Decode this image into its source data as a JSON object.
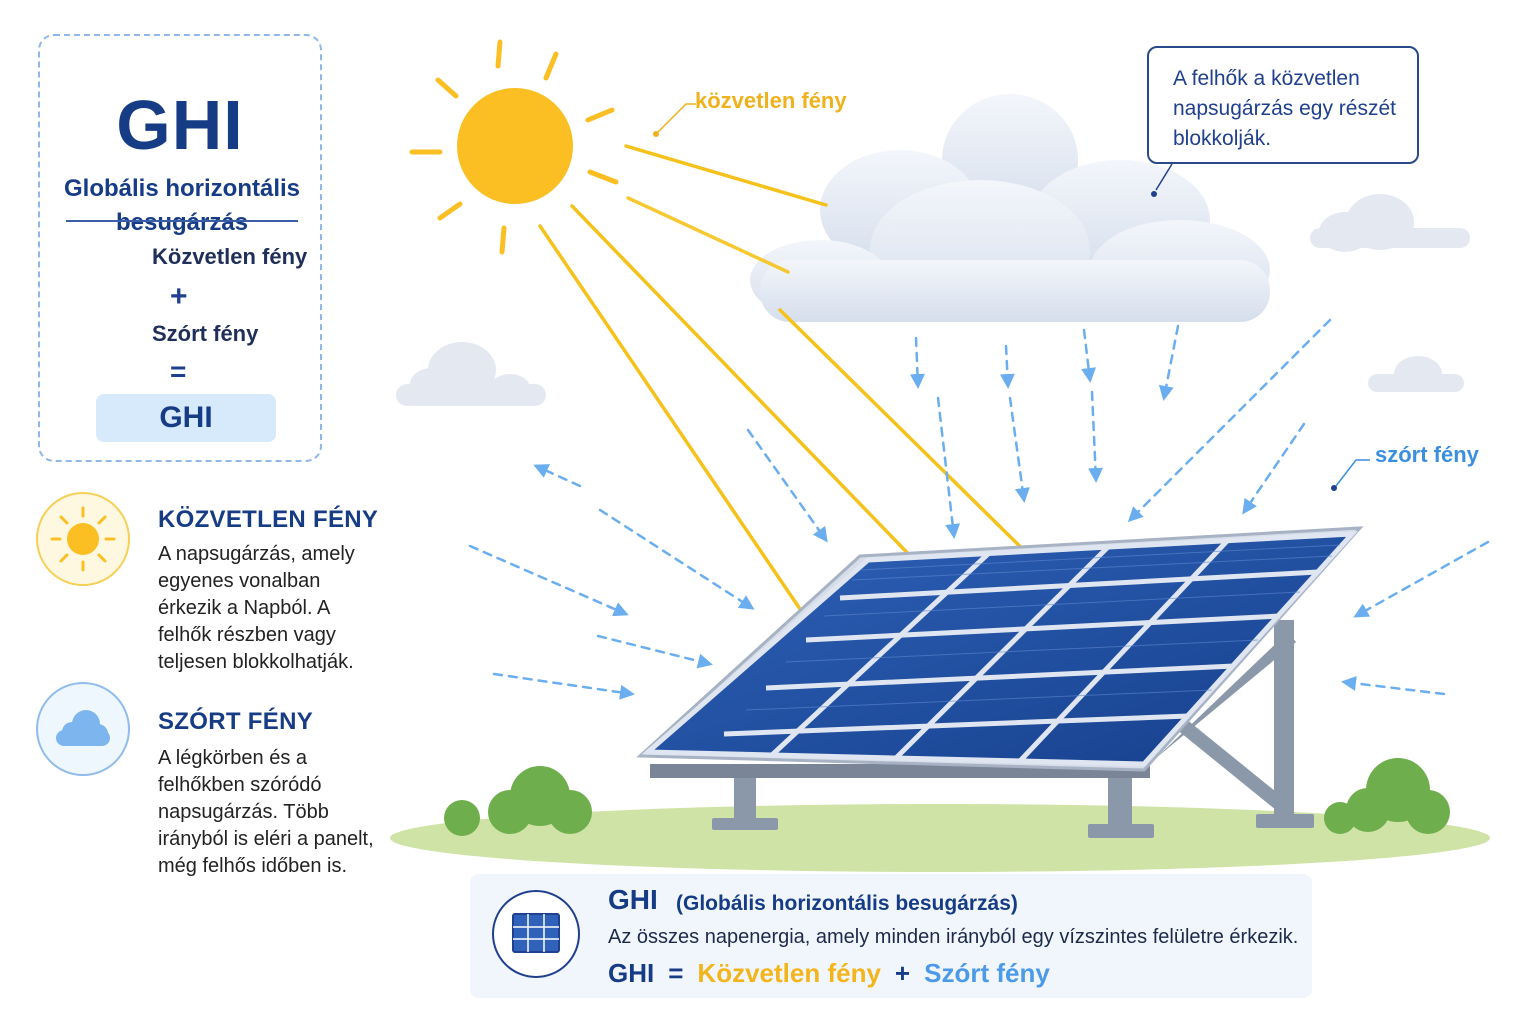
{
  "legend": {
    "title": "GHI",
    "subtitle": "Globális horizontális besugárzás",
    "direct_label": "Közvetlen fény",
    "plus": "+",
    "diffuse_label": "Szórt fény",
    "equals": "=",
    "result": "GHI"
  },
  "direct_section": {
    "heading": "KÖZVETLEN FÉNY",
    "text": "A napsugárzás, amely egyenes vonalban érkezik a Napból. A felhők részben vagy teljesen blokkolhatják."
  },
  "diffuse_section": {
    "heading": "SZÓRT FÉNY",
    "text": "A légkörben és a felhőkben szóródó napsugárzás. Több irányból is eléri a panelt, még felhős időben is."
  },
  "callout": {
    "text": "A felhők a közvetlen napsugárzás egy részét blokkolják."
  },
  "labels": {
    "direct_light": "közvetlen fény",
    "diffuse_light": "szórt fény"
  },
  "info_panel": {
    "ghi": "GHI",
    "ghi_full": "(Globális horizontális besugárzás)",
    "description": "Az összes napenergia, amely minden irányból egy vízszintes felületre érkezik.",
    "formula_ghi": "GHI",
    "formula_equals": "=",
    "formula_direct": "Közvetlen fény",
    "formula_plus": "+",
    "formula_diffuse": "Szórt fény"
  },
  "colors": {
    "direct": "#f5c21b",
    "diffuse": "#5da5ea",
    "navy": "#173c86",
    "panel": "#1e4a9c"
  },
  "icons": [
    "sun-icon",
    "cloud-icon",
    "solar-panel-icon"
  ]
}
